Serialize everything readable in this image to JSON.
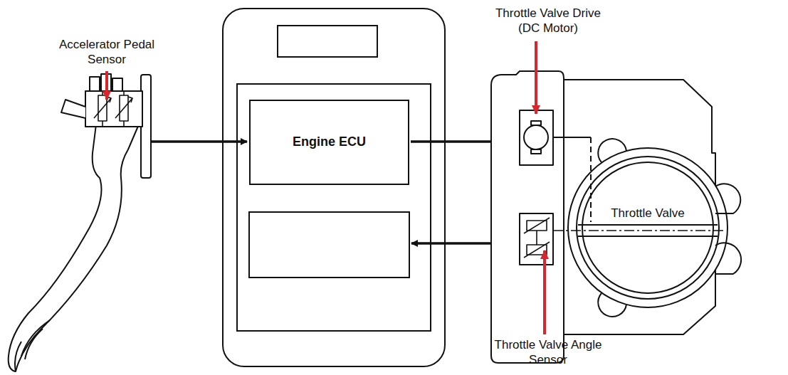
{
  "diagram": {
    "nodes": [
      {
        "text": [
          "Engine ECU"
        ]
      },
      {
        "text": [
          "Throttle Valve"
        ]
      }
    ],
    "labels": [
      "Accelerator Pedal Sensor",
      "Throttle Valve Drive (DC Motor)",
      "Throttle Valve Angle Sensor"
    ]
  }
}
